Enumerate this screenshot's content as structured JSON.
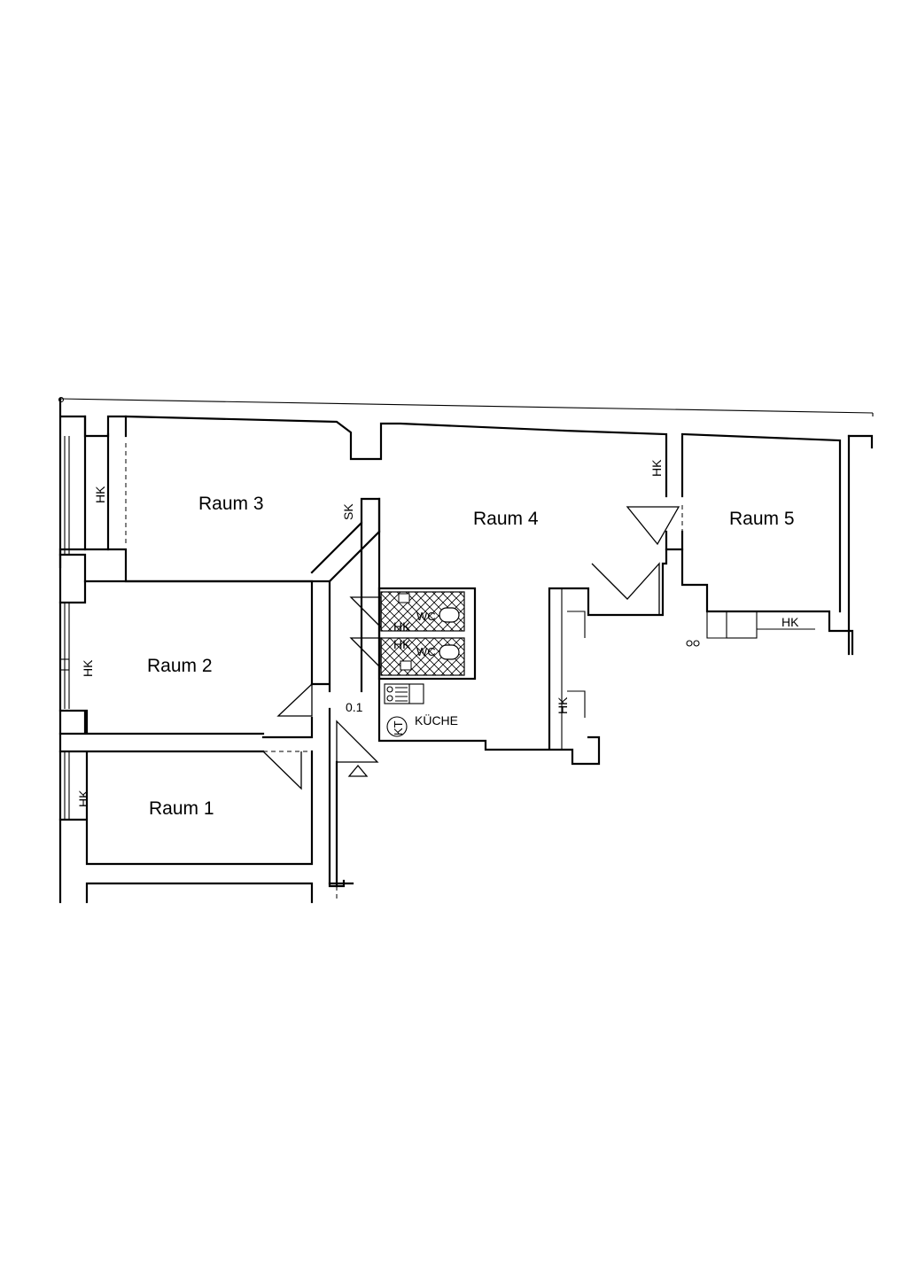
{
  "rooms": {
    "raum1": "Raum 1",
    "raum2": "Raum 2",
    "raum3": "Raum 3",
    "raum4": "Raum 4",
    "raum5": "Raum 5"
  },
  "fixtures": {
    "hk": "HK",
    "sk": "SK",
    "wc": "WC",
    "kt": "KT",
    "kueche": "KÜCHE",
    "flur": "0.1"
  }
}
